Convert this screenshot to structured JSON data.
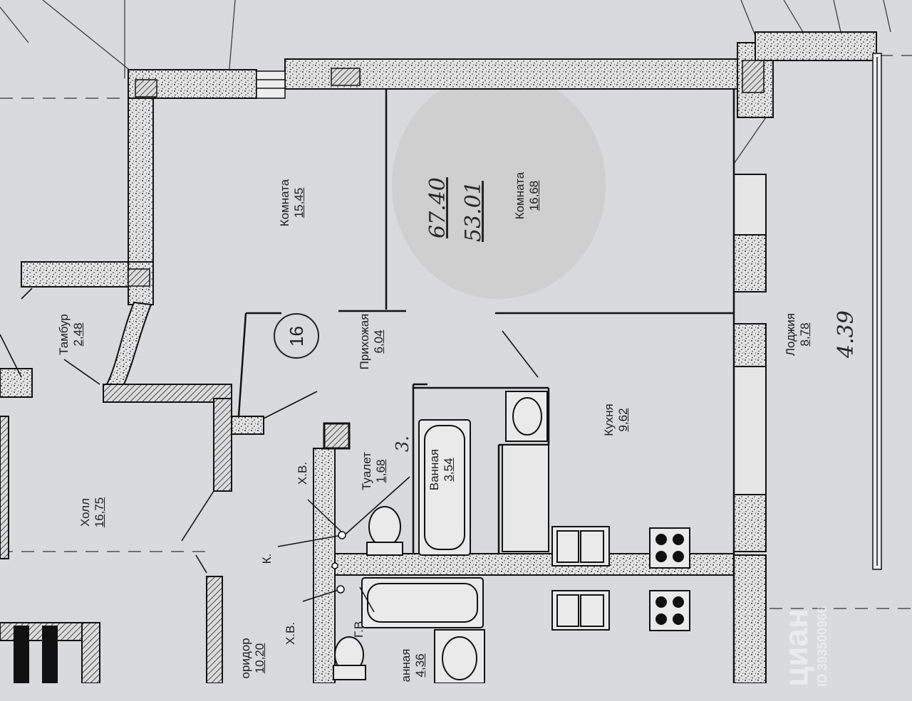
{
  "plan": {
    "apartment_number": "16",
    "handwritten": {
      "total_area": "67.40",
      "living_area": "53.01",
      "loggia_note": "4.39",
      "toilet_note": "3."
    },
    "rooms": [
      {
        "name": "Комната",
        "area": "15,45"
      },
      {
        "name": "Комната",
        "area": "16,68"
      },
      {
        "name": "Тамбур",
        "area": "2,48"
      },
      {
        "name": "Прихожая",
        "area": "6,04"
      },
      {
        "name": "Туалет",
        "area": "1,68"
      },
      {
        "name": "Ванная",
        "area": "3,54"
      },
      {
        "name": "Кухня",
        "area": "9,62"
      },
      {
        "name": "Лоджия",
        "area": "8,78"
      },
      {
        "name": "Холл",
        "area": "16,75"
      },
      {
        "name": "оридор",
        "area": "10,20"
      },
      {
        "name": "анная",
        "area": "4,36"
      }
    ],
    "risers": {
      "cold_water": "Х.В.",
      "sewer": "К.",
      "cold_water_2": "Х.В.",
      "hot_water": "Г.В."
    },
    "watermark": {
      "brand": "циан",
      "id": "ID 393500966"
    }
  }
}
